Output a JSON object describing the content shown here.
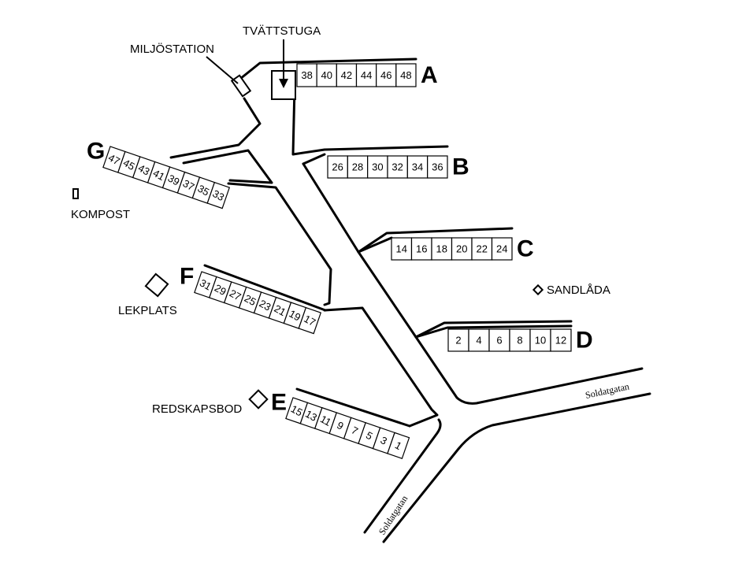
{
  "map": {
    "labels": {
      "tvattstuga": "TVÄTTSTUGA",
      "miljostation": "MILJÖSTATION",
      "kompost": "KOMPOST",
      "lekplats": "LEKPLATS",
      "redskapsbod": "REDSKAPSBOD",
      "sandlada": "SANDLÅDA"
    },
    "streets": {
      "east": "Soldatgatan",
      "south": "Soldatgatan"
    },
    "rows": [
      {
        "letter": "A",
        "numbers": [
          "38",
          "40",
          "42",
          "44",
          "46",
          "48"
        ]
      },
      {
        "letter": "B",
        "numbers": [
          "26",
          "28",
          "30",
          "32",
          "34",
          "36"
        ]
      },
      {
        "letter": "C",
        "numbers": [
          "14",
          "16",
          "18",
          "20",
          "22",
          "24"
        ]
      },
      {
        "letter": "D",
        "numbers": [
          "2",
          "4",
          "6",
          "8",
          "10",
          "12"
        ]
      },
      {
        "letter": "E",
        "numbers": [
          "15",
          "13",
          "11",
          "9",
          "7",
          "5",
          "3",
          "1"
        ]
      },
      {
        "letter": "F",
        "numbers": [
          "31",
          "29",
          "27",
          "25",
          "23",
          "21",
          "19",
          "17"
        ]
      },
      {
        "letter": "G",
        "numbers": [
          "47",
          "45",
          "43",
          "41",
          "39",
          "37",
          "35",
          "33"
        ]
      }
    ]
  }
}
